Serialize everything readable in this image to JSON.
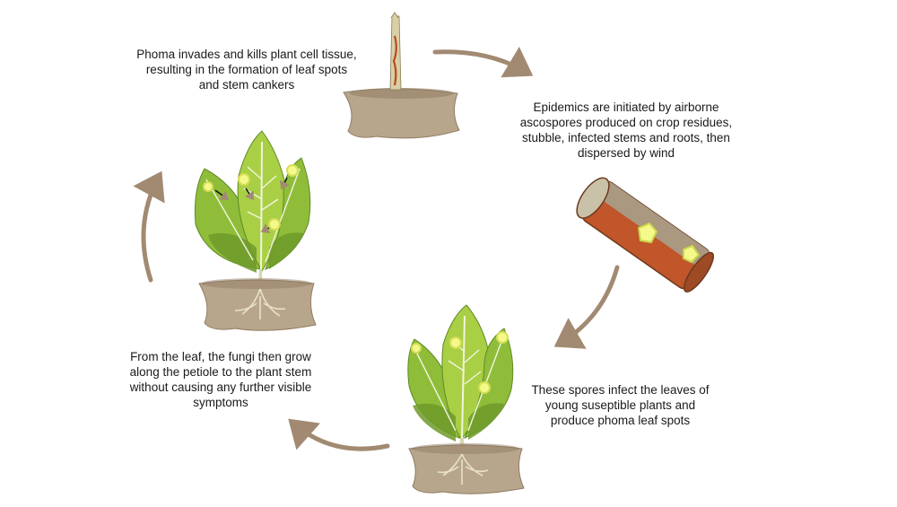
{
  "steps": [
    {
      "text": "Phoma invades and kills plant cell tissue, resulting in the formation of leaf spots and stem cankers"
    },
    {
      "text": "Epidemics are initiated by airborne ascospores produced on crop residues, stubble, infected stems and roots, then dispersed by wind"
    },
    {
      "text": "These spores infect the leaves of young suseptible plants and produce phoma leaf spots"
    },
    {
      "text": "From the leaf, the fungi then grow along the petiole to the plant stem without causing any further visible symptoms"
    }
  ],
  "colors": {
    "arrow": "#a28a72",
    "soil": "#b8a68c",
    "soil_dark": "#8f7c63",
    "leaf_light": "#a9cf45",
    "leaf_dark": "#6f9a2a",
    "vein": "#f2f4e0",
    "stem": "#d9d6b0",
    "spot": "#f4f98a",
    "stubble": "#7b4a2a",
    "canker": "#b84a1c"
  }
}
